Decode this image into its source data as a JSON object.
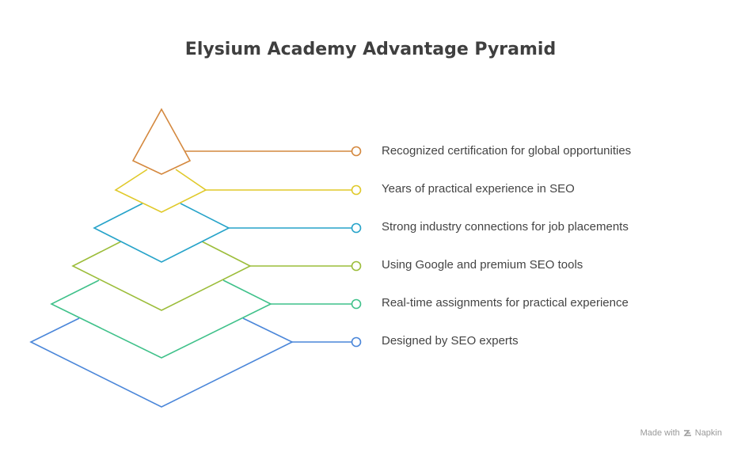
{
  "title": "Elysium Academy Advantage Pyramid",
  "levels": [
    {
      "label": "Recognized certification for global opportunities",
      "color": "#d4883e"
    },
    {
      "label": "Years of practical experience in SEO",
      "color": "#e0c92a"
    },
    {
      "label": "Strong industry connections for job placements",
      "color": "#26a3c9"
    },
    {
      "label": "Using Google and premium SEO tools",
      "color": "#9cbd3a"
    },
    {
      "label": "Real-time assignments for practical experience",
      "color": "#3fc18a"
    },
    {
      "label": "Designed by SEO experts",
      "color": "#4a86d9"
    }
  ],
  "footer": {
    "prefix": "Made with",
    "brand": "Napkin",
    "icon": "napkin-logo-icon"
  }
}
